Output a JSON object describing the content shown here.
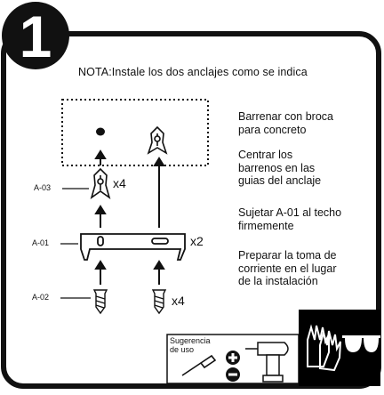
{
  "step": {
    "number": "1",
    "note": "NOTA:Instale los dos anclajes como se indica"
  },
  "instructions": [
    [
      "Barrenar con broca",
      "para concreto"
    ],
    [
      "Centrar los",
      "barrenos en las",
      "guias del anclaje"
    ],
    [
      "Sujetar A-01 al techo",
      "firmemente"
    ],
    [
      "Preparar la toma de",
      "corriente en el lugar",
      "de la instalación"
    ]
  ],
  "parts": [
    {
      "code": "A-03",
      "qty": "x4"
    },
    {
      "code": "A-01",
      "qty": "x2"
    },
    {
      "code": "A-02",
      "qty": "x4"
    }
  ],
  "suggestion": {
    "lines": [
      "Sugerencia",
      "de uso"
    ]
  },
  "icons": [
    "screwdriver-icon",
    "plus-icon",
    "minus-icon",
    "drill-icon",
    "gloves-icon",
    "safety-glasses-icon"
  ],
  "colors": {
    "ink": "#111111",
    "panel": "#000000",
    "background": "#ffffff"
  }
}
